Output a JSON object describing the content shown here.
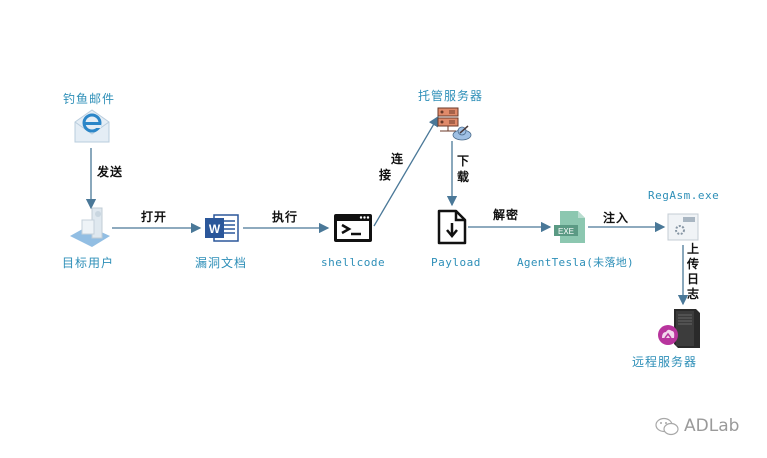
{
  "nodes": {
    "phishing_email": {
      "label": "钓鱼邮件",
      "icon": "email-ie-icon"
    },
    "target_user": {
      "label": "目标用户",
      "icon": "user-computer-icon"
    },
    "vuln_doc": {
      "label": "漏洞文档",
      "icon": "word-document-icon"
    },
    "shellcode": {
      "label": "shellcode",
      "icon": "terminal-icon"
    },
    "hosting_server": {
      "label": "托管服务器",
      "icon": "server-cloud-icon"
    },
    "payload": {
      "label": "Payload",
      "icon": "download-file-icon"
    },
    "agenttesla": {
      "label": "AgentTesla(未落地)",
      "icon": "exe-file-icon",
      "badge": "EXE"
    },
    "regasm": {
      "label": "RegAsm.exe",
      "icon": "application-window-icon"
    },
    "remote_server": {
      "label": "远程服务器",
      "icon": "tower-server-icon"
    }
  },
  "edges": {
    "send": "发送",
    "open": "打开",
    "execute": "执行",
    "connect": [
      "连",
      "接"
    ],
    "download": [
      "下",
      "载"
    ],
    "decrypt": "解密",
    "inject": "注入",
    "upload_log": [
      "上",
      "传",
      "日",
      "志"
    ]
  },
  "watermark": {
    "text": "ADLab",
    "icon": "wechat-icon"
  },
  "colors": {
    "label": "#2e8fb8",
    "arrow": "#4a7898",
    "edge_text": "#111111"
  }
}
